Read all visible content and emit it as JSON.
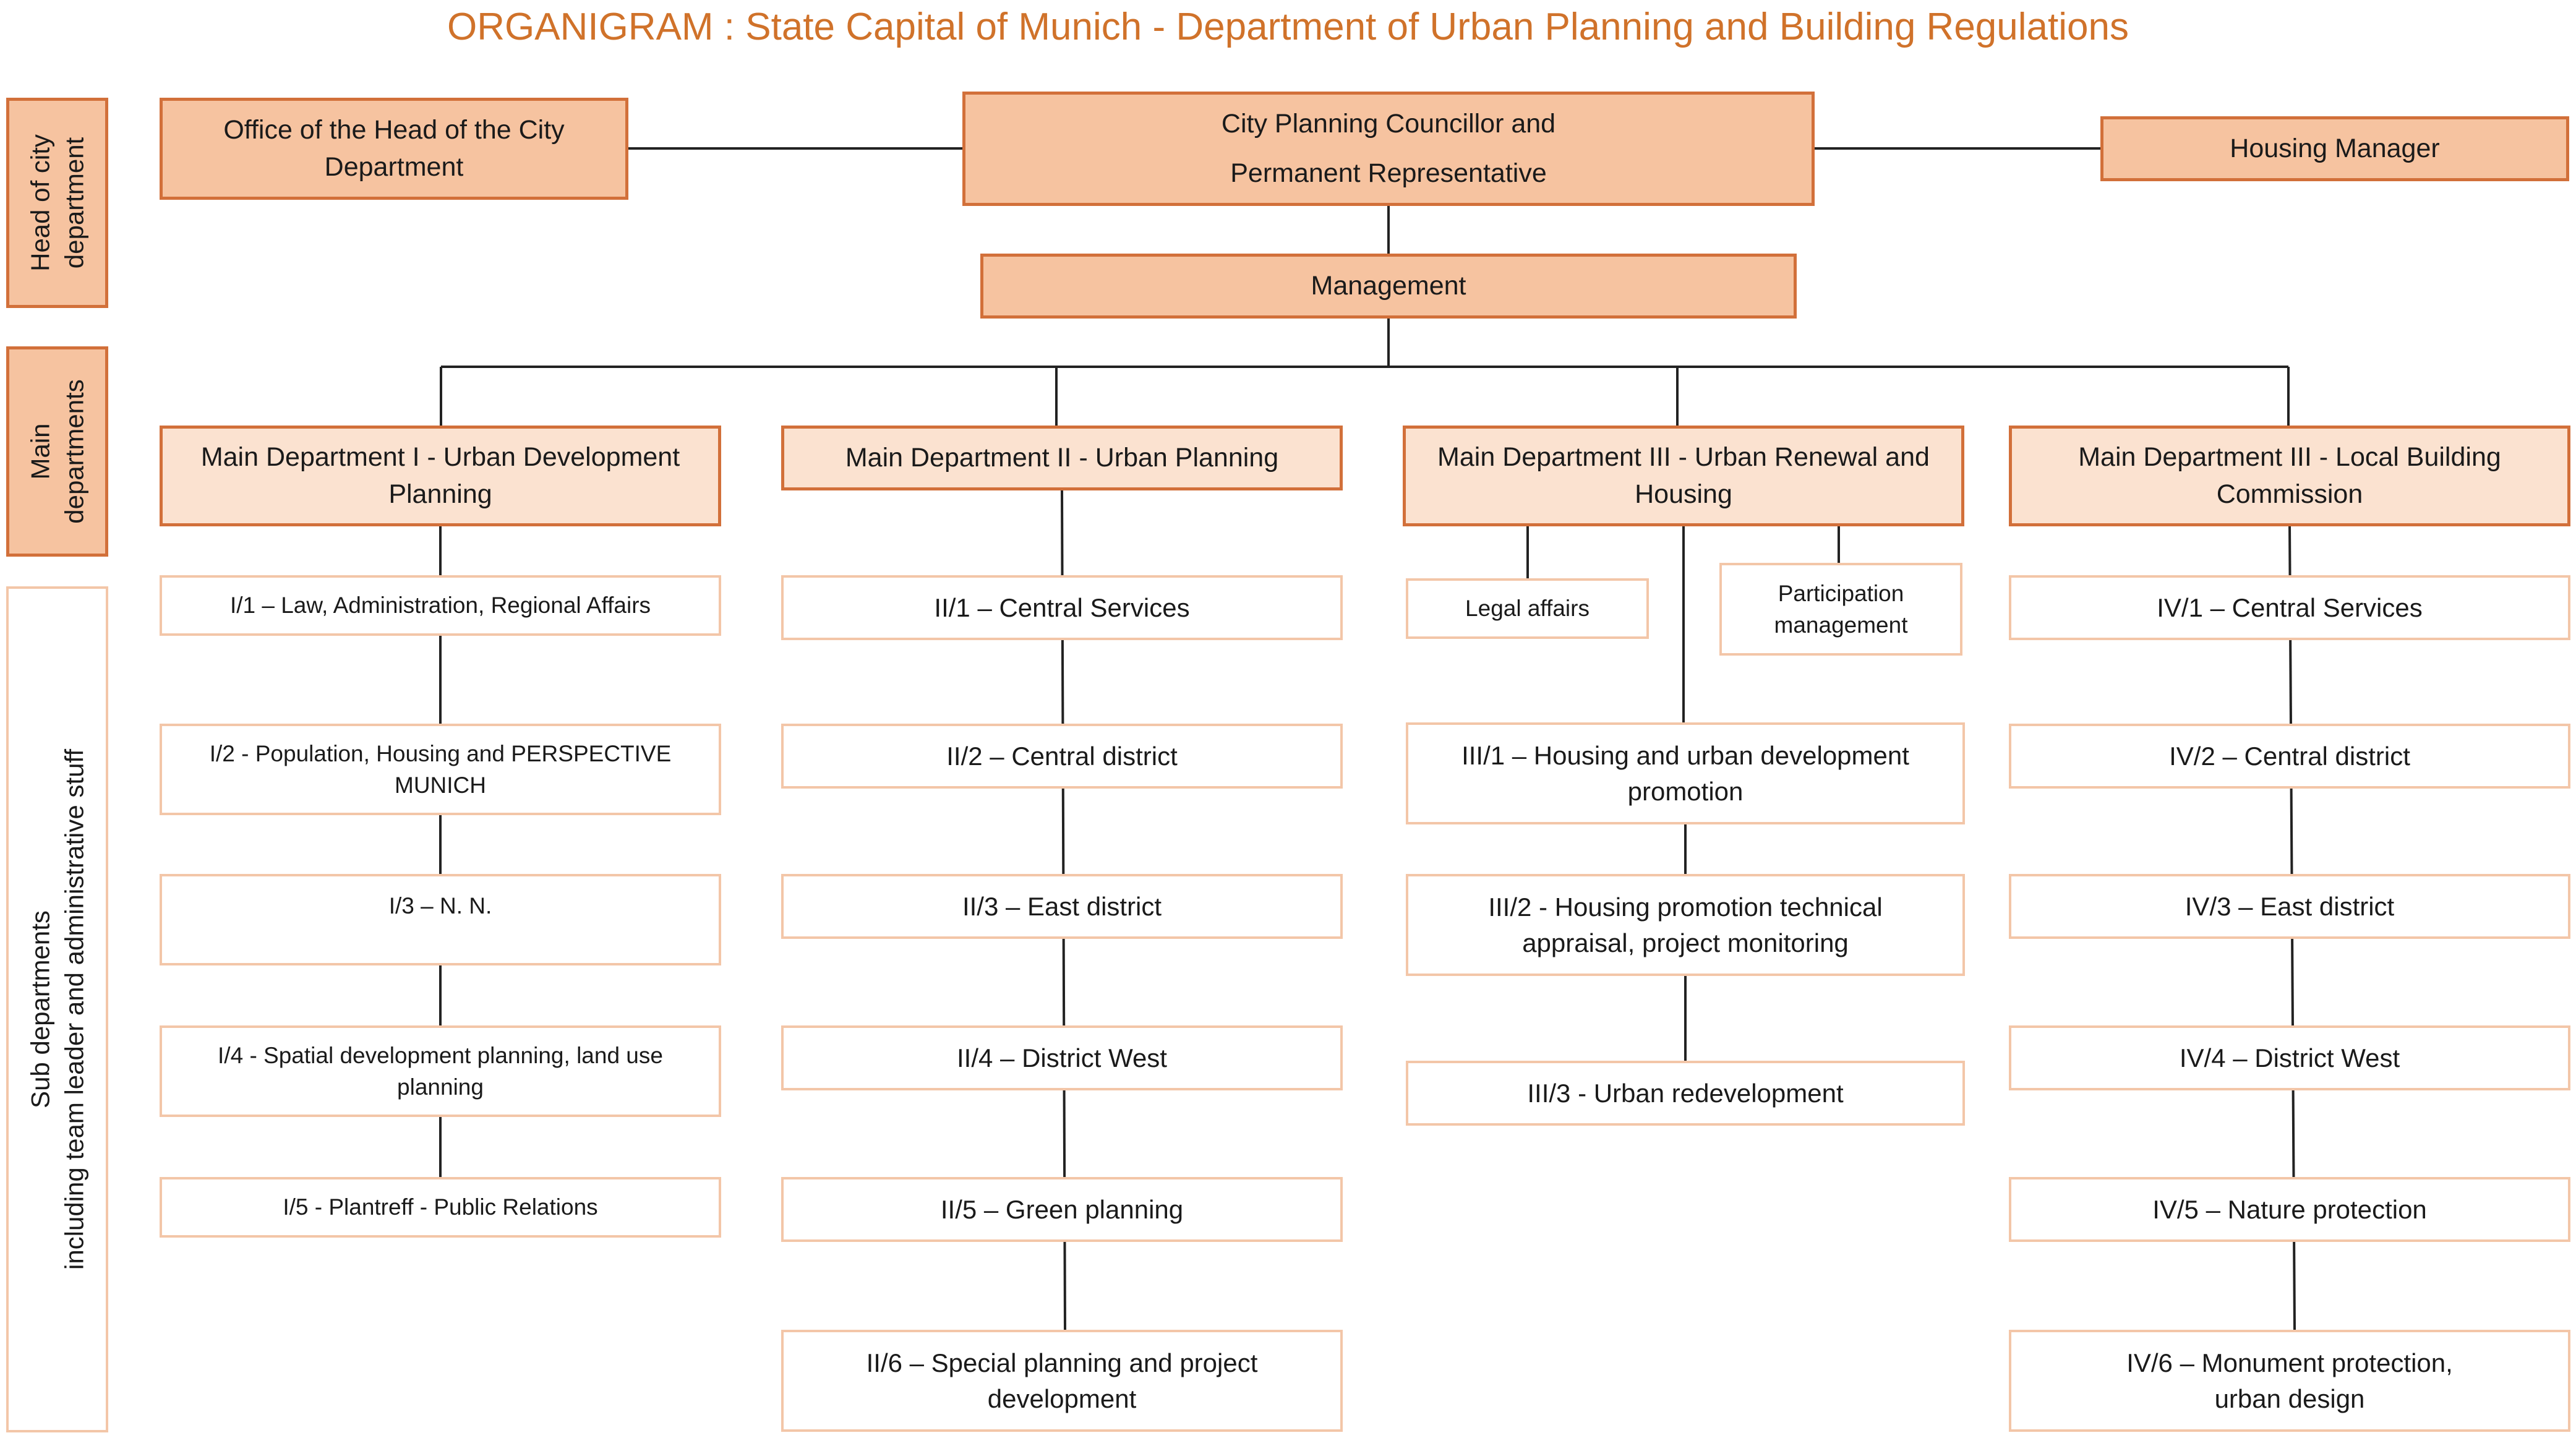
{
  "title": "ORGANIGRAM : State Capital of Munich - Department of Urban Planning and Building Regulations",
  "row_labels": {
    "head": [
      "Head of city",
      "department"
    ],
    "main": [
      "Main",
      "departments"
    ],
    "sub": [
      "Sub departments",
      "including team leader and administrative stuff"
    ]
  },
  "top": {
    "office": [
      "Office of the Head of the City",
      "Department"
    ],
    "councillor": [
      "City Planning Councillor and",
      "Permanent Representative"
    ],
    "housing_manager": "Housing Manager"
  },
  "management": "Management",
  "main_departments": [
    [
      "Main Department I - Urban Development",
      "Planning"
    ],
    [
      "Main Department II - Urban Planning"
    ],
    [
      "Main Department III - Urban Renewal and",
      "Housing"
    ],
    [
      "Main Department III - Local Building",
      "Commission"
    ]
  ],
  "dept1_subs": [
    [
      "I/1 – Law, Administration, Regional Affairs"
    ],
    [
      "I/2 - Population, Housing and PERSPECTIVE",
      "MUNICH"
    ],
    [
      "I/3 – N. N."
    ],
    [
      "I/4 - Spatial development planning, land use",
      "planning"
    ],
    [
      "I/5 - Plantreff - Public Relations"
    ]
  ],
  "dept2_subs": [
    [
      "II/1 – Central Services"
    ],
    [
      "II/2 – Central district"
    ],
    [
      "II/3 – East district"
    ],
    [
      "II/4 – District West"
    ],
    [
      "II/5 – Green planning"
    ],
    [
      "II/6 – Special planning and project",
      "development"
    ]
  ],
  "dept3_staff": {
    "legal": "Legal affairs",
    "participation": [
      "Participation",
      "management"
    ]
  },
  "dept3_subs": [
    [
      "III/1 – Housing and urban development",
      "promotion"
    ],
    [
      "III/2 - Housing promotion technical",
      "appraisal, project monitoring"
    ],
    [
      "III/3 - Urban redevelopment"
    ]
  ],
  "dept4_subs": [
    [
      "IV/1 – Central Services"
    ],
    [
      "IV/2 – Central district"
    ],
    [
      "IV/3 – East district"
    ],
    [
      "IV/4 – District West"
    ],
    [
      "IV/5 – Nature protection"
    ],
    [
      "IV/6 – Monument protection,",
      "urban design"
    ]
  ],
  "colors": {
    "title": "#d0722a",
    "top_fill": "#f6c3a0",
    "main_fill": "#fbe2d0",
    "border": "#d2703a",
    "sub_border": "#f3c6a8",
    "connector": "#222222"
  }
}
